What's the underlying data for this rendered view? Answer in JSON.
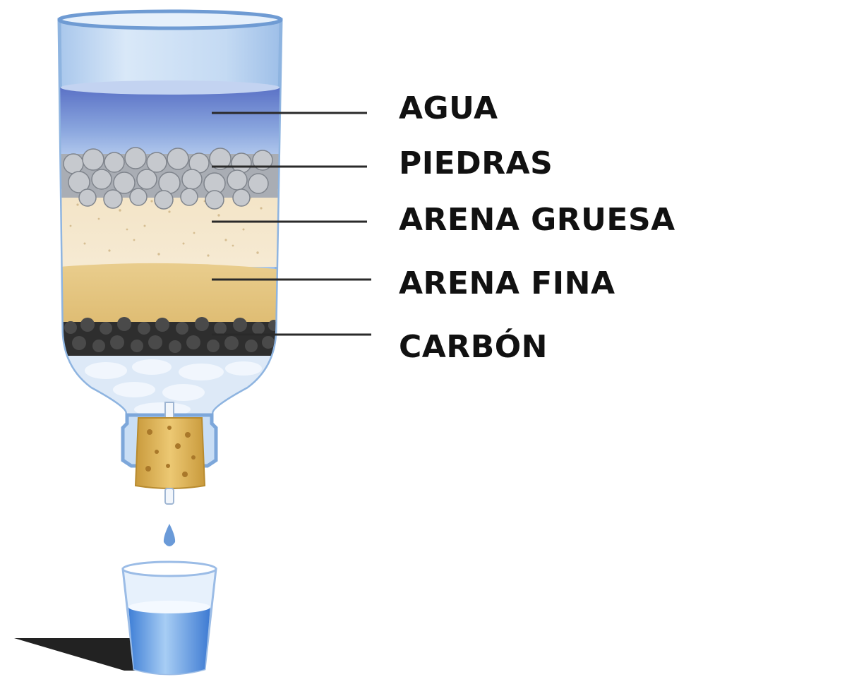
{
  "diagram": {
    "layers": [
      {
        "id": "agua",
        "label": "AGUA"
      },
      {
        "id": "piedras",
        "label": "PIEDRAS"
      },
      {
        "id": "arena-gruesa",
        "label": "ARENA GRUESA"
      },
      {
        "id": "arena-fina",
        "label": "ARENA FINA"
      },
      {
        "id": "carbon",
        "label": "CARBÓN"
      }
    ]
  },
  "colors": {
    "bottle_glass": "#c9def5",
    "bottle_outline": "#8eb4e0",
    "water_top": "#5a73c7",
    "stones": "#b9bcc2",
    "coarse_sand": "#f1dfbe",
    "fine_sand": "#e3c37e",
    "charcoal": "#2e2e2e",
    "cotton": "#dde9f7",
    "cork": "#d9b45c",
    "drop": "#6a9ad8",
    "glass_water": "#4f8ede",
    "shadow": "#222222",
    "leader_line": "#2a2a2a"
  }
}
